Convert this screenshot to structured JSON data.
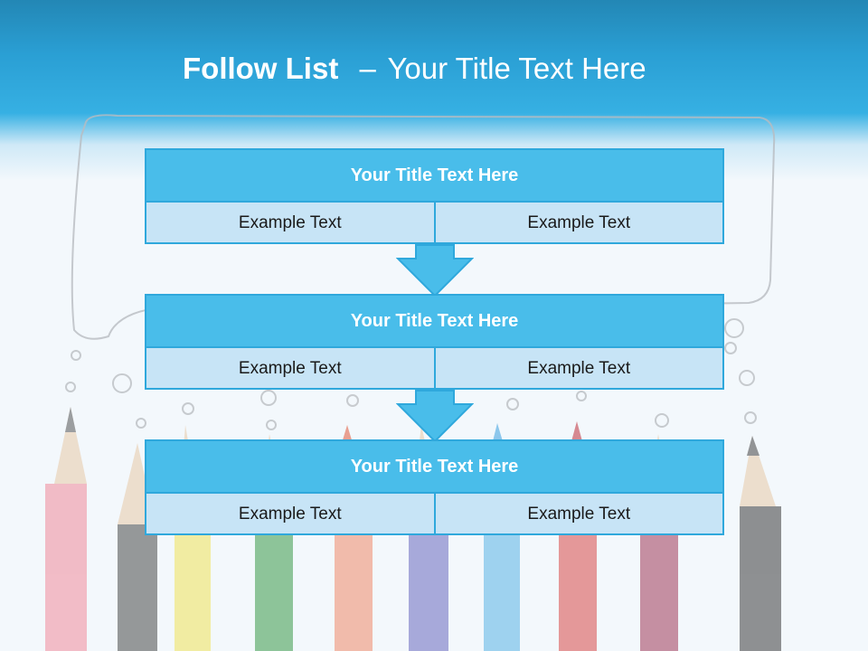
{
  "slide": {
    "title_bold": "Follow List",
    "title_dash": "–",
    "title_rest": "Your Title Text Here",
    "colors": {
      "header": "#2a9fd4",
      "box_title_fill": "#49bdea",
      "box_cell_fill": "#c7e4f6",
      "border": "#2fa8dc"
    }
  },
  "steps": [
    {
      "title": "Your Title Text Here",
      "cells": [
        "Example Text",
        "Example Text"
      ]
    },
    {
      "title": "Your Title Text Here",
      "cells": [
        "Example Text",
        "Example Text"
      ]
    },
    {
      "title": "Your Title Text Here",
      "cells": [
        "Example Text",
        "Example Text"
      ]
    }
  ],
  "connectors": [
    "down-arrow-icon",
    "down-arrow-icon"
  ]
}
